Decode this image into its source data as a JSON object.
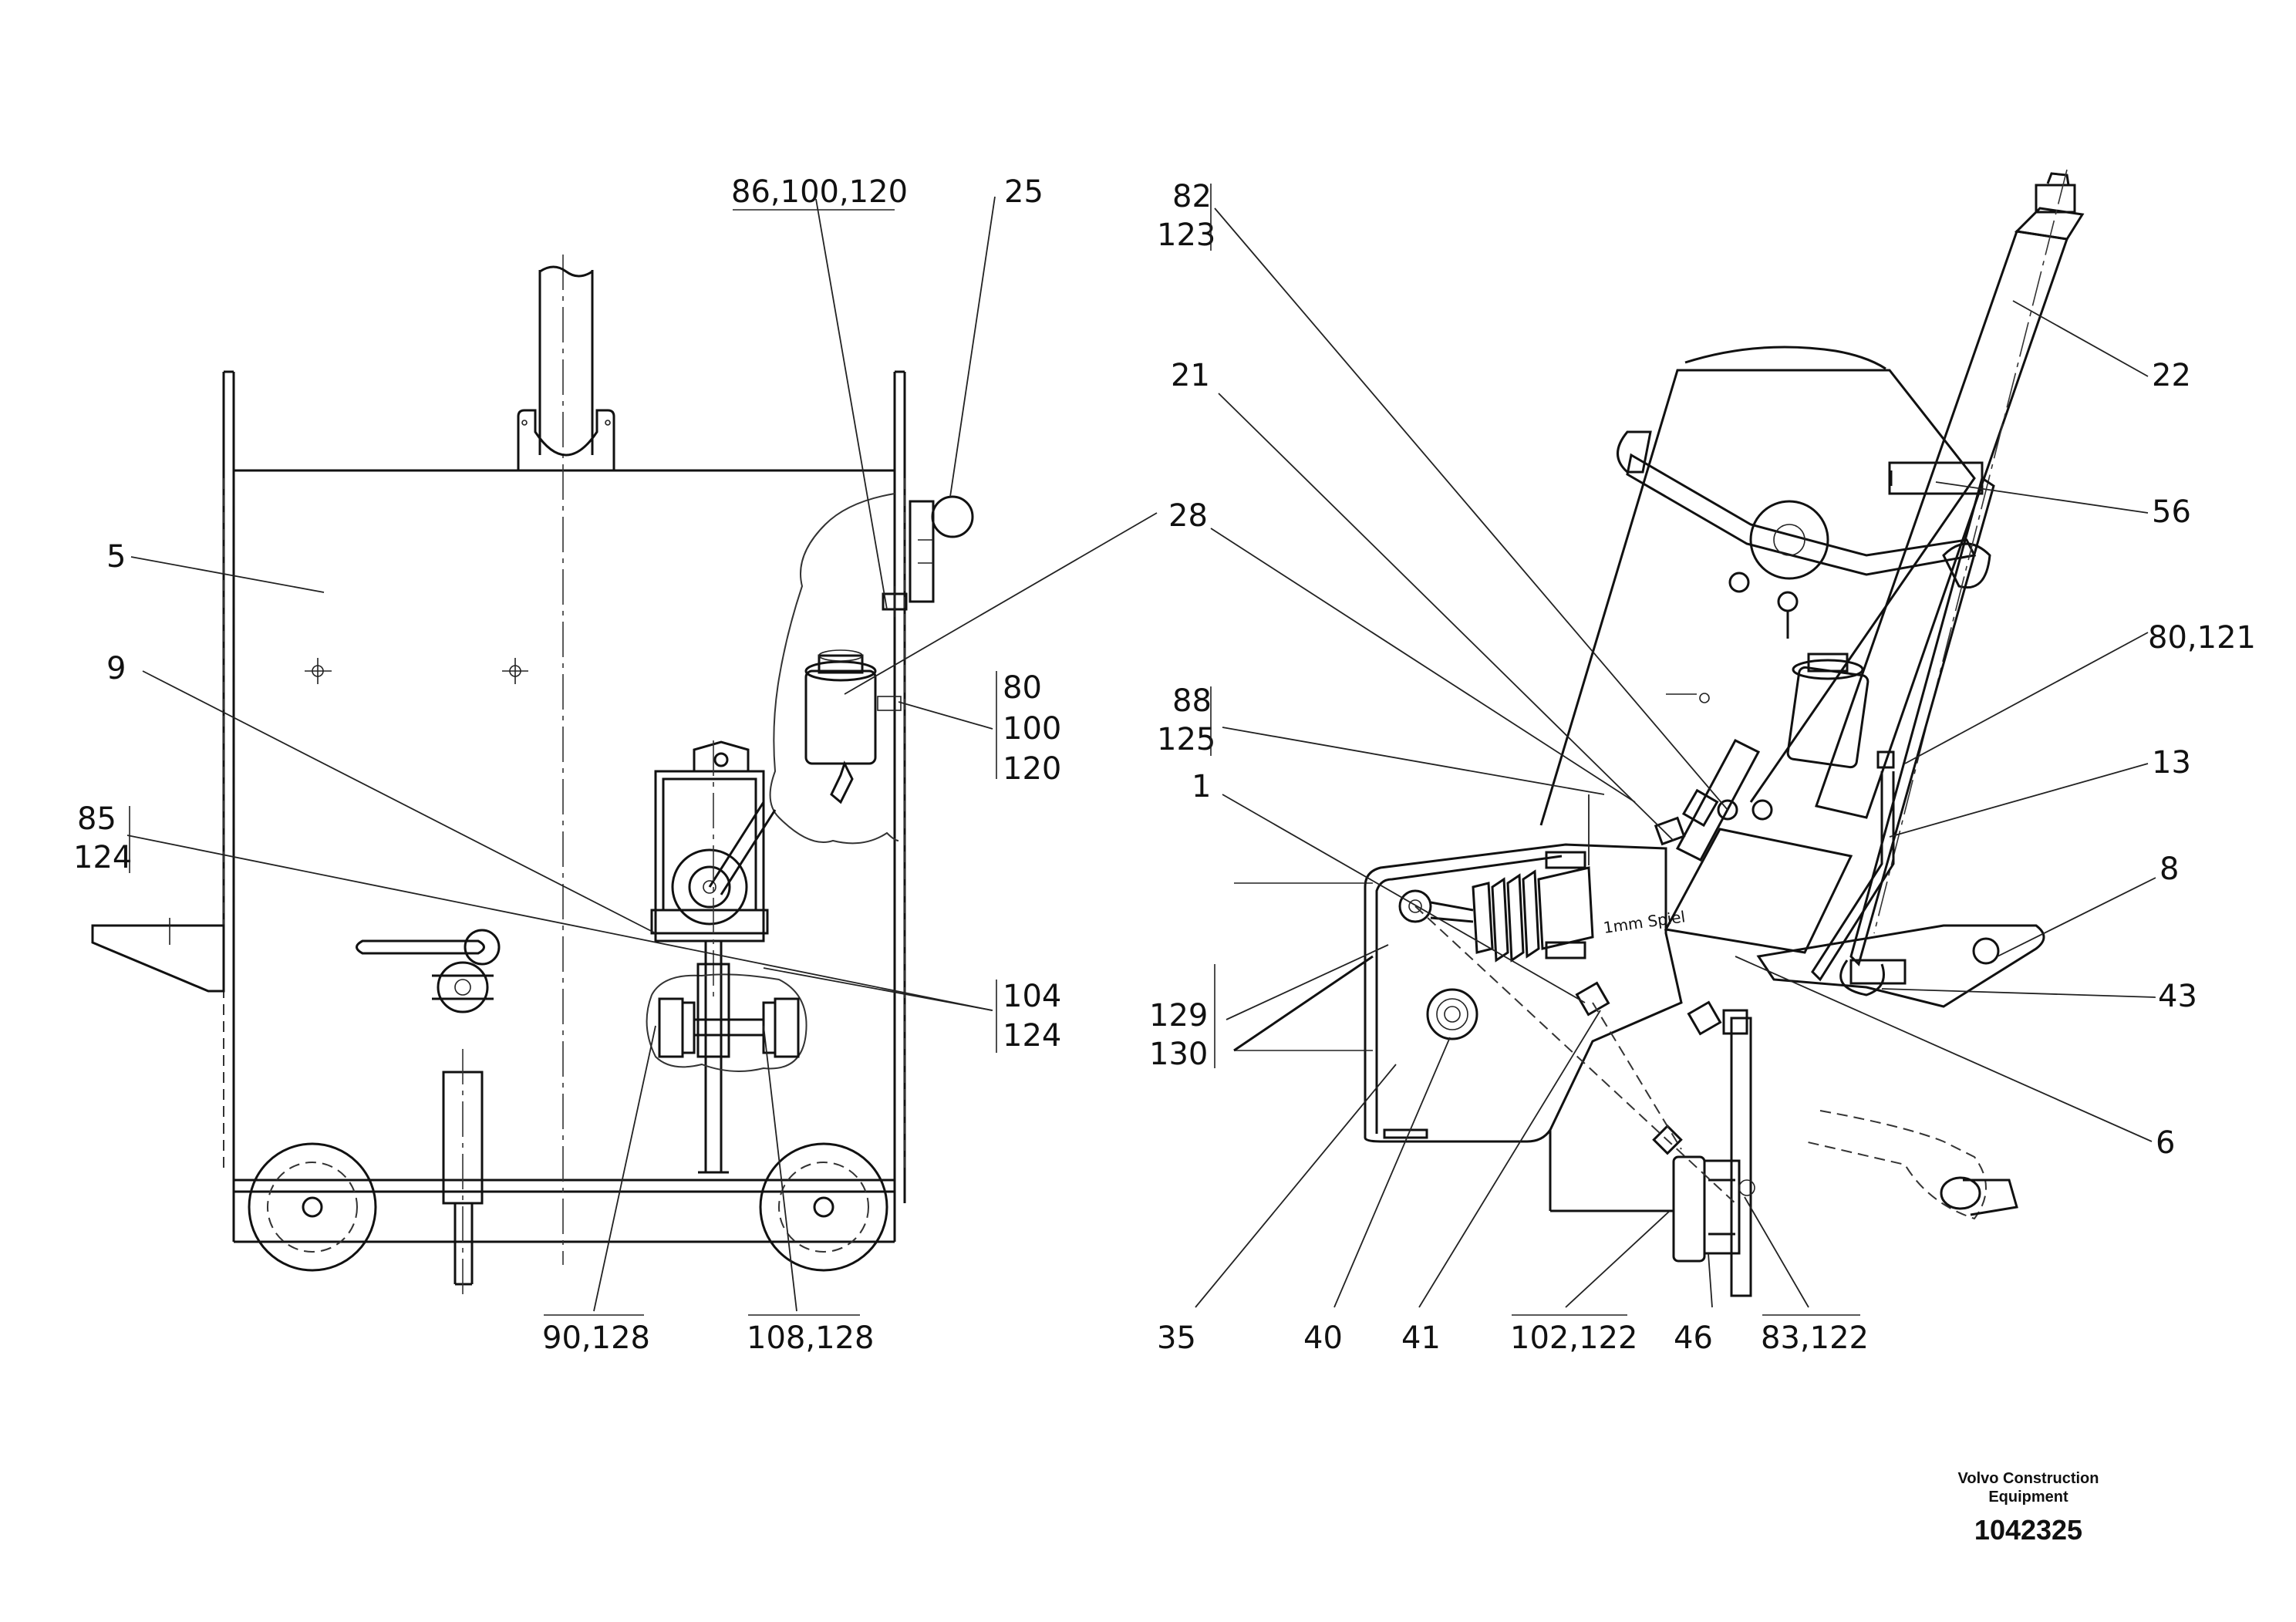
{
  "drawing": {
    "company_line1": "Volvo Construction",
    "company_line2": "Equipment",
    "drawing_number": "1042325"
  },
  "left_view": {
    "callouts": [
      {
        "id": "c-86-100-120",
        "lines": [
          "86,100,120"
        ]
      },
      {
        "id": "c-25",
        "lines": [
          "25"
        ]
      },
      {
        "id": "c-5",
        "lines": [
          "5"
        ]
      },
      {
        "id": "c-9",
        "lines": [
          "9"
        ]
      },
      {
        "id": "c-85-124",
        "lines": [
          "85",
          "124"
        ]
      },
      {
        "id": "c-80-100-120",
        "lines": [
          "80",
          "100",
          "120"
        ]
      },
      {
        "id": "c-104-124",
        "lines": [
          "104",
          "124"
        ]
      },
      {
        "id": "c-90-128",
        "lines": [
          "90,128"
        ]
      },
      {
        "id": "c-108-128",
        "lines": [
          "108,128"
        ]
      }
    ]
  },
  "right_view": {
    "inscription": "1mm Spiel",
    "callouts": [
      {
        "id": "c-82-123",
        "lines": [
          "82",
          "123"
        ]
      },
      {
        "id": "c-21",
        "lines": [
          "21"
        ]
      },
      {
        "id": "c-28",
        "lines": [
          "28"
        ]
      },
      {
        "id": "c-88-125",
        "lines": [
          "88",
          "125"
        ]
      },
      {
        "id": "c-1",
        "lines": [
          "1"
        ]
      },
      {
        "id": "c-129-130",
        "lines": [
          "129",
          "130"
        ]
      },
      {
        "id": "c-22",
        "lines": [
          "22"
        ]
      },
      {
        "id": "c-56",
        "lines": [
          "56"
        ]
      },
      {
        "id": "c-80-121",
        "lines": [
          "80,121"
        ]
      },
      {
        "id": "c-13",
        "lines": [
          "13"
        ]
      },
      {
        "id": "c-8",
        "lines": [
          "8"
        ]
      },
      {
        "id": "c-43",
        "lines": [
          "43"
        ]
      },
      {
        "id": "c-6",
        "lines": [
          "6"
        ]
      },
      {
        "id": "c-35",
        "lines": [
          "35"
        ]
      },
      {
        "id": "c-40",
        "lines": [
          "40"
        ]
      },
      {
        "id": "c-41",
        "lines": [
          "41"
        ]
      },
      {
        "id": "c-102-122",
        "lines": [
          "102,122"
        ]
      },
      {
        "id": "c-46",
        "lines": [
          "46"
        ]
      },
      {
        "id": "c-83-122",
        "lines": [
          "83,122"
        ]
      }
    ]
  }
}
